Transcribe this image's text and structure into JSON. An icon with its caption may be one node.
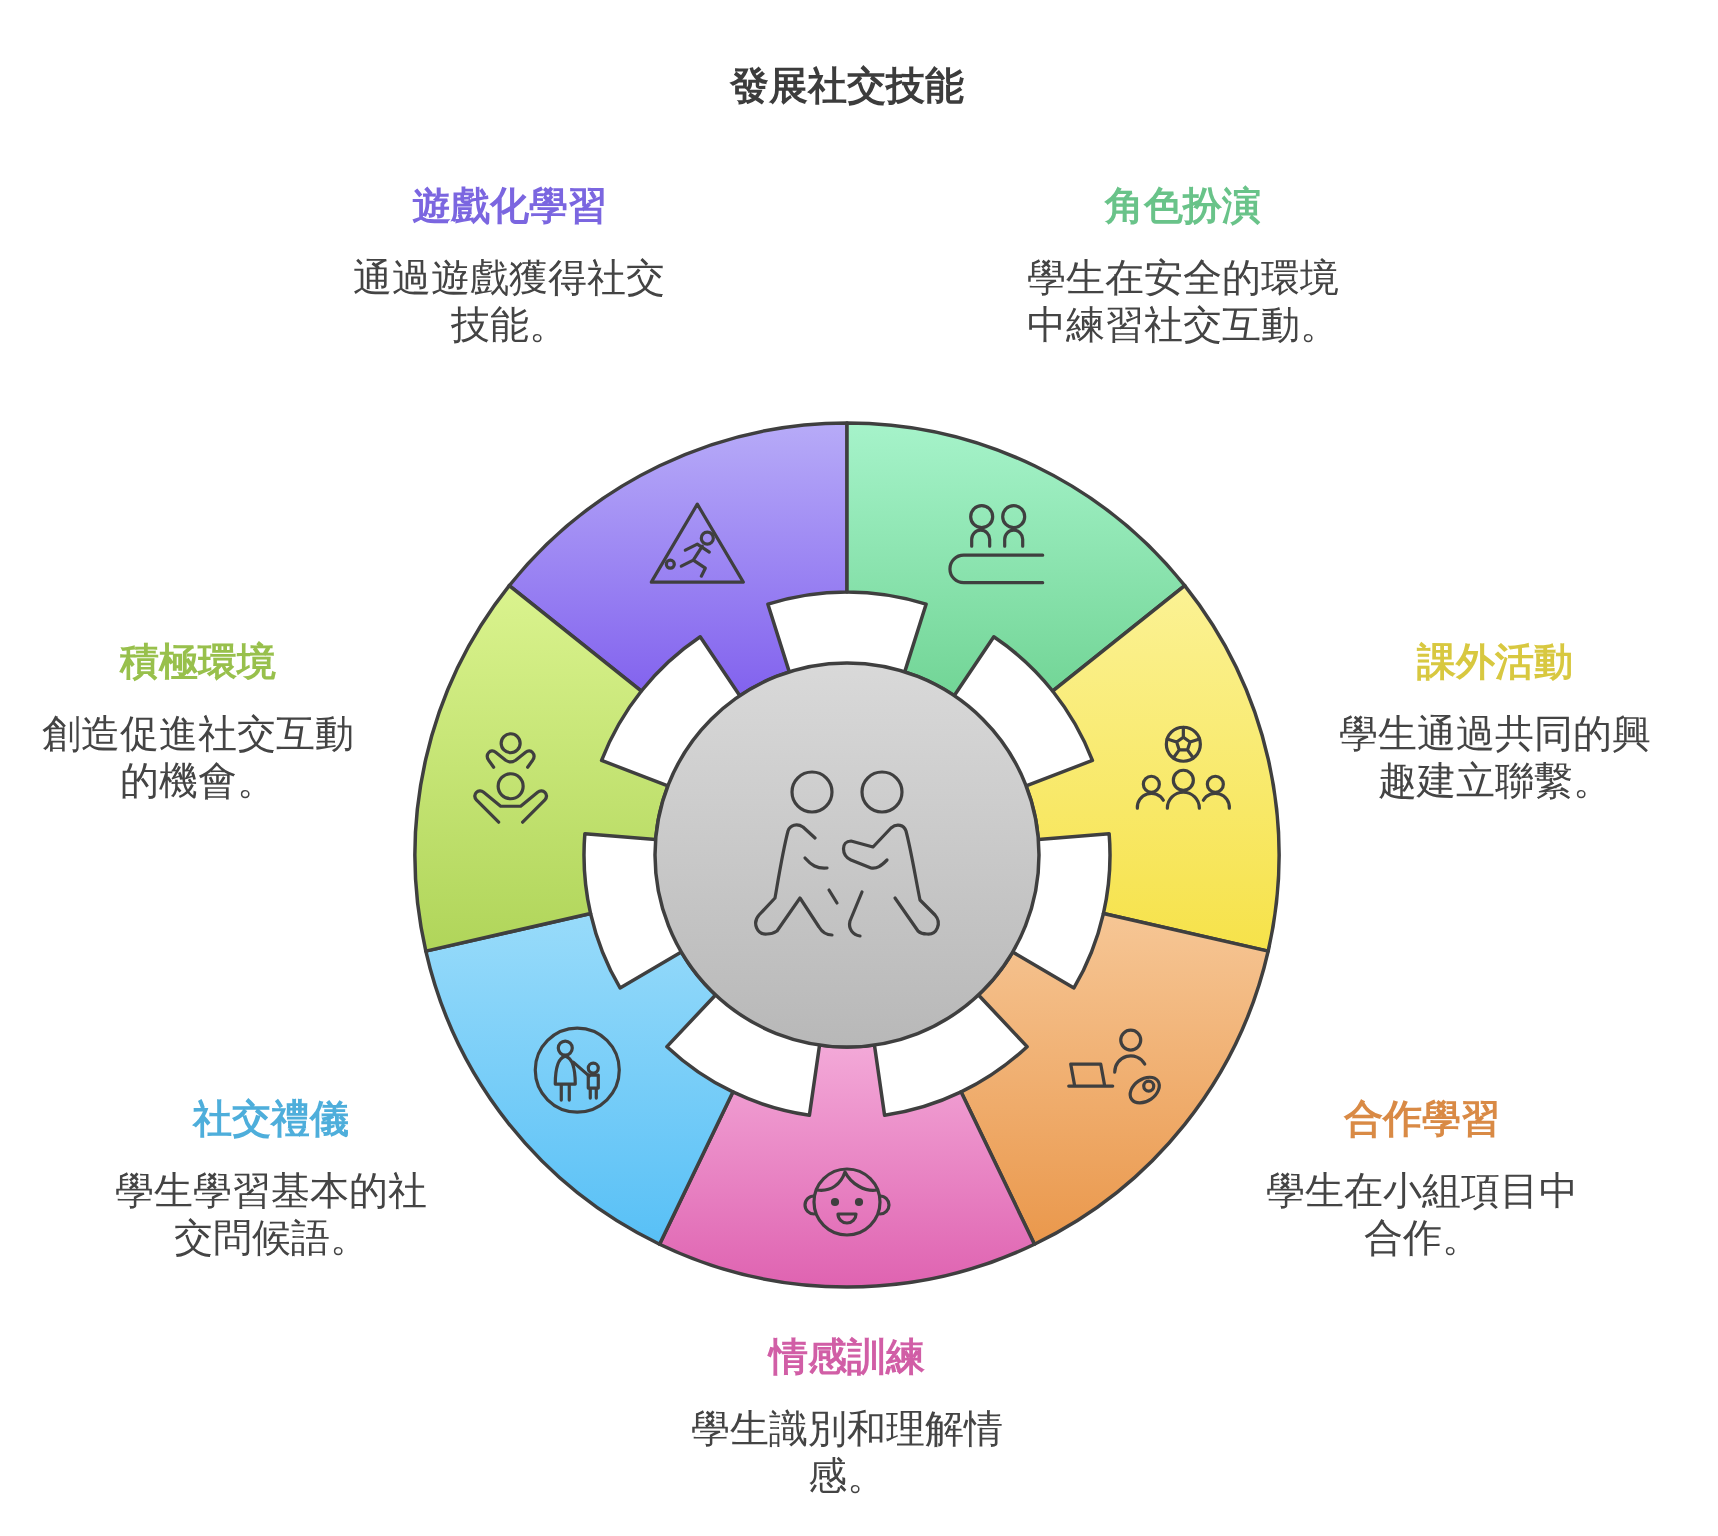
{
  "diagram": {
    "title": "發展社交技能",
    "nodes": [
      {
        "text": [],
        "shape": "circle"
      },
      {
        "text": [],
        "shape": "wedge",
        "beside": [
          "遊戲化學習",
          "通過遊戲獲得社交技能。"
        ]
      },
      {
        "text": [],
        "shape": "wedge",
        "beside": [
          "角色扮演",
          "學生在安全的環境中練習社交互動。"
        ]
      },
      {
        "text": [],
        "shape": "wedge",
        "beside": [
          "課外活動",
          "學生通過共同的興趣建立聯繫。"
        ]
      },
      {
        "text": [],
        "shape": "wedge",
        "beside": [
          "合作學習",
          "學生在小組項目中合作。"
        ]
      },
      {
        "text": [],
        "shape": "wedge",
        "beside": [
          "情感訓練",
          "學生識別和理解情感。"
        ]
      },
      {
        "text": [],
        "shape": "wedge",
        "beside": [
          "社交禮儀",
          "學生學習基本的社交問候語。"
        ]
      },
      {
        "text": [],
        "shape": "wedge",
        "beside": [
          "積極環境",
          "創造促進社交互動的機會。"
        ]
      }
    ]
  }
}
